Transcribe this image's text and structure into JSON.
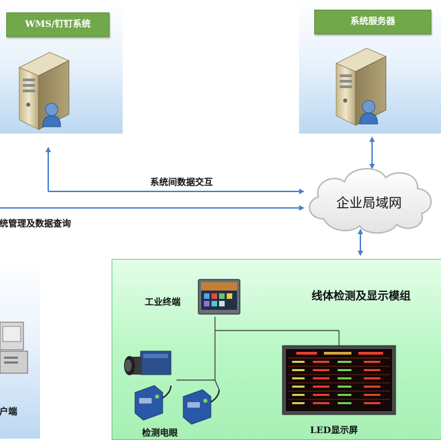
{
  "top_left_panel": {
    "title": "WMS/钉钉系统"
  },
  "top_right_panel": {
    "title": "系统服务器"
  },
  "arrows": {
    "data_exchange": "系统间数据交互",
    "management_query": "系统管理及数据查询"
  },
  "cloud": {
    "label": "企业局域网"
  },
  "client_panel": {
    "label": "客户端"
  },
  "module_panel": {
    "title": "线体检测及显示模组",
    "terminal_label": "工业终端",
    "sensor_label": "检测电眼",
    "led_label": "LED显示屏"
  },
  "colors": {
    "label_bar": "#70a84a",
    "arrow": "#4a7fd0",
    "green_panel": "#b9f7c5"
  }
}
